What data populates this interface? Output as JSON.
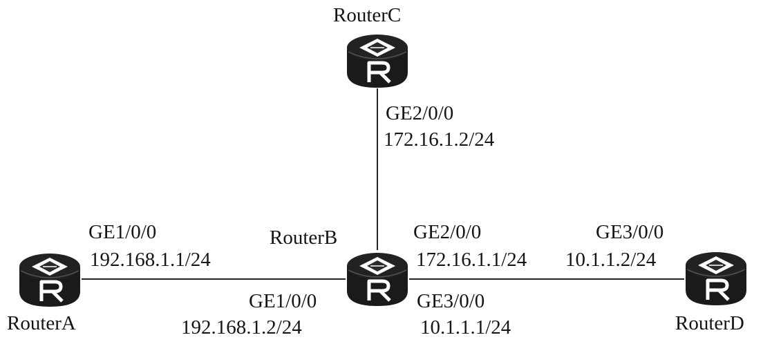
{
  "diagram": {
    "type": "network-topology",
    "colors": {
      "background": "#ffffff",
      "router_body": "#1a1a1a",
      "router_symbol": "#ffffff",
      "link": "#222222",
      "text": "#151515"
    },
    "routers": [
      {
        "id": "A",
        "name": "RouterA",
        "icon": "router-icon"
      },
      {
        "id": "B",
        "name": "RouterB",
        "icon": "router-icon"
      },
      {
        "id": "C",
        "name": "RouterC",
        "icon": "router-icon"
      },
      {
        "id": "D",
        "name": "RouterD",
        "icon": "router-icon"
      }
    ],
    "interfaces": {
      "a_ge1": {
        "port": "GE1/0/0",
        "ip": "192.168.1.1/24"
      },
      "b_ge1": {
        "port": "GE1/0/0",
        "ip": "192.168.1.2/24"
      },
      "b_ge2": {
        "port": "GE2/0/0",
        "ip": "172.16.1.1/24"
      },
      "b_ge3": {
        "port": "GE3/0/0",
        "ip": "10.1.1.1/24"
      },
      "c_ge2": {
        "port": "GE2/0/0",
        "ip": "172.16.1.2/24"
      },
      "d_ge3": {
        "port": "GE3/0/0",
        "ip": "10.1.1.2/24"
      }
    },
    "links": [
      {
        "from": "RouterA",
        "to": "RouterB"
      },
      {
        "from": "RouterC",
        "to": "RouterB"
      },
      {
        "from": "RouterB",
        "to": "RouterD"
      }
    ]
  }
}
